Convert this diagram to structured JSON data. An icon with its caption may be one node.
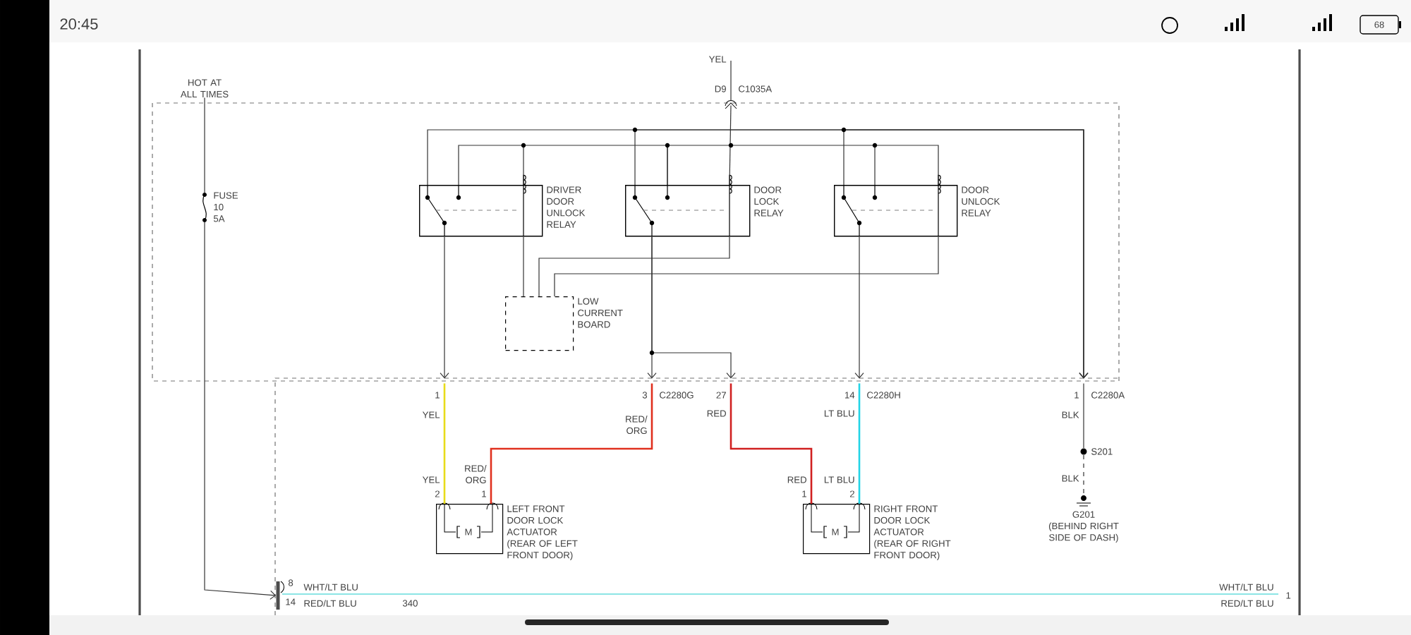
{
  "diagram": {
    "nodes": [
      {
        "text": [
          "DRIVER DOOR UNLOCK RELAY"
        ]
      },
      {
        "text": [
          "DOOR LOCK RELAY"
        ]
      },
      {
        "text": [
          "DOOR UNLOCK RELAY"
        ]
      },
      {
        "text": [
          "LOW CURRENT BOARD"
        ]
      },
      {
        "text": [
          "M",
          "LEFT FRONT DOOR LOCK ACTUATOR (REAR OF LEFT FRONT DOOR)"
        ]
      },
      {
        "text": [
          "M",
          "RIGHT FRONT DOOR LOCK ACTUATOR (REAR OF RIGHT FRONT DOOR)"
        ]
      },
      {
        "text": [
          "G201",
          "(BEHIND RIGHT SIDE OF DASH)"
        ]
      },
      {
        "text": [
          "FUSE 10 5A"
        ]
      },
      {
        "text": [
          "S201"
        ]
      },
      {
        "text": [
          "HOT AT ALL TIMES"
        ]
      },
      {
        "text": [],
        "shape": "bar"
      },
      {
        "text": [
          "1"
        ]
      },
      {
        "text": [
          "3"
        ],
        "beside": [
          "C2280G"
        ]
      },
      {
        "text": [
          "27"
        ]
      },
      {
        "text": [
          "14"
        ],
        "beside": [
          "C2280H"
        ]
      },
      {
        "text": [
          "1"
        ],
        "beside": [
          "C2280A"
        ]
      },
      {
        "text": [
          "D9",
          "C1035A"
        ]
      }
    ],
    "edges": [
      {
        "from": 0,
        "to": 11,
        "arrow": "to"
      },
      {
        "from": 1,
        "to": 12,
        "arrow": "to"
      },
      {
        "from": 1,
        "to": 13,
        "arrow": "to"
      },
      {
        "from": 2,
        "to": 14,
        "arrow": "to"
      },
      {
        "from": 11,
        "to": 4,
        "arrow": "none",
        "color": "#e8dc1a"
      },
      {
        "from": 12,
        "to": 4,
        "arrow": "none",
        "color": "#e0301e"
      },
      {
        "from": 13,
        "to": 5,
        "arrow": "none",
        "color": "#d02020"
      },
      {
        "from": 14,
        "to": 5,
        "arrow": "none",
        "color": "#22d4e6"
      },
      {
        "from": 0,
        "to": 3,
        "arrow": "none"
      },
      {
        "from": 1,
        "to": 3,
        "arrow": "none"
      },
      {
        "from": 2,
        "to": 3,
        "arrow": "none"
      },
      {
        "from": 0,
        "to": 15,
        "arrow": "to"
      },
      {
        "from": 1,
        "to": 15,
        "arrow": "to"
      },
      {
        "from": 2,
        "to": 15,
        "arrow": "to"
      },
      {
        "from": 15,
        "to": 8,
        "arrow": "none"
      },
      {
        "from": 8,
        "to": 6,
        "arrow": "none",
        "style": "dashed"
      },
      {
        "from": null,
        "to": 16,
        "arrow": "none",
        "label": "YEL"
      },
      {
        "from": 16,
        "to": 1,
        "arrow": "none"
      },
      {
        "from": 0,
        "to": 1,
        "arrow": "none"
      },
      {
        "from": 1,
        "to": 2,
        "arrow": "none"
      },
      {
        "from": 9,
        "to": 7,
        "arrow": "none"
      },
      {
        "from": 7,
        "to": 10,
        "arrow": "to"
      }
    ],
    "labels": [
      "20:45",
      "68",
      "YEL",
      "RED/ ORG",
      "RED",
      "LT BLU",
      "BLK",
      "YEL",
      "RED/ ORG",
      "RED",
      "LT BLU",
      "BLK",
      "2",
      "1",
      "1",
      "2",
      "8",
      "WHT/LT BLU",
      "14",
      "RED/LT BLU",
      "340",
      "WHT/LT BLU",
      "RED/LT BLU",
      "1"
    ]
  }
}
